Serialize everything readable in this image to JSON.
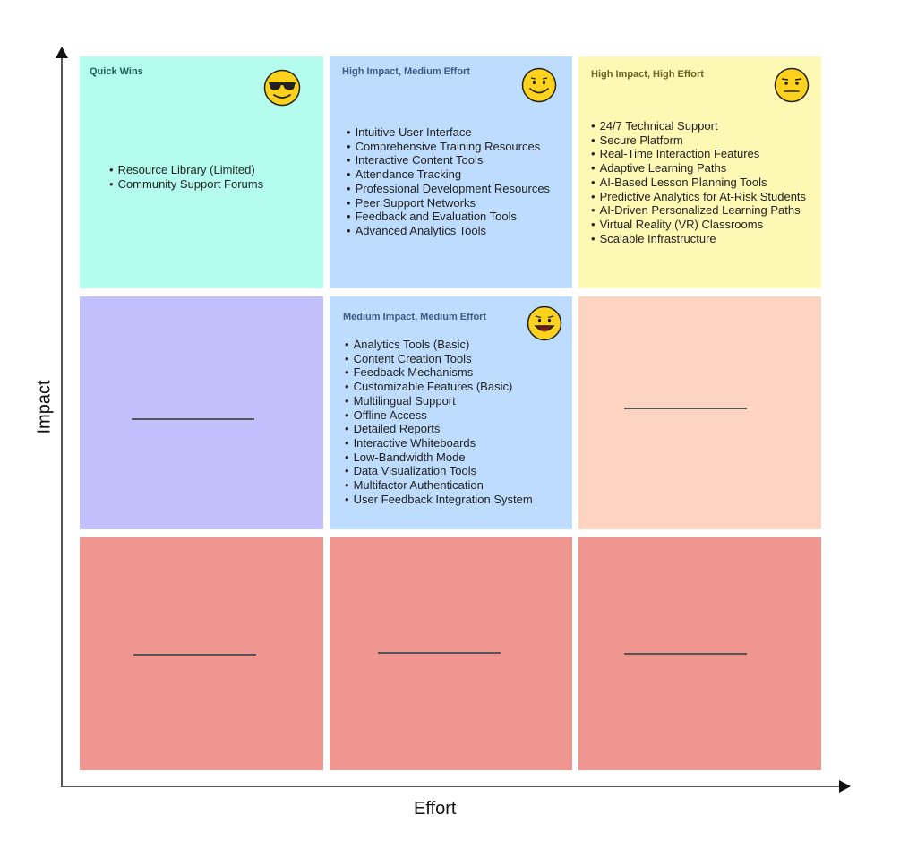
{
  "axes": {
    "y_label": "Impact",
    "x_label": "Effort"
  },
  "cells": {
    "quick_wins": {
      "title": "Quick Wins",
      "face_icon": "cool-sunglasses-face-icon",
      "items": [
        "Resource Library (Limited)",
        "Community Support Forums"
      ]
    },
    "high_impact_medium_effort": {
      "title": "High Impact, Medium Effort",
      "face_icon": "smiling-face-icon",
      "items": [
        "Intuitive User Interface",
        "Comprehensive Training Resources",
        "Interactive Content Tools",
        "Attendance Tracking",
        "Professional Development Resources",
        "Peer Support Networks",
        "Feedback and Evaluation Tools",
        "Advanced Analytics Tools"
      ]
    },
    "high_impact_high_effort": {
      "title": "High Impact, High Effort",
      "face_icon": "neutral-face-icon",
      "items": [
        "24/7 Technical Support",
        "Secure Platform",
        "Real-Time Interaction Features",
        "Adaptive Learning Paths",
        "AI-Based Lesson Planning Tools",
        "Predictive Analytics for At-Risk Students",
        "AI-Driven Personalized Learning Paths",
        "Virtual Reality (VR) Classrooms",
        "Scalable Infrastructure"
      ]
    },
    "medium_impact_medium_effort": {
      "title": "Medium Impact, Medium Effort",
      "face_icon": "winking-tongue-face-icon",
      "items": [
        "Analytics Tools (Basic)",
        "Content Creation Tools",
        "Feedback Mechanisms",
        "Customizable Features (Basic)",
        "Multilingual Support",
        "Offline Access",
        "Detailed Reports",
        "Interactive Whiteboards",
        "Low-Bandwidth Mode",
        "Data Visualization Tools",
        "Multifactor Authentication",
        "User Feedback Integration System"
      ]
    }
  },
  "colors": {
    "quick_wins": "#b3fcee",
    "high_impact_medium_effort": "#bddcfe",
    "high_impact_high_effort": "#fdf8b3",
    "medium_impact_medium_effort": "#bddcfe",
    "purple_cell": "#c1bffc",
    "peach_cell": "#fdd4c1",
    "red_cells": "#f09690",
    "face": "#fcd21c"
  }
}
